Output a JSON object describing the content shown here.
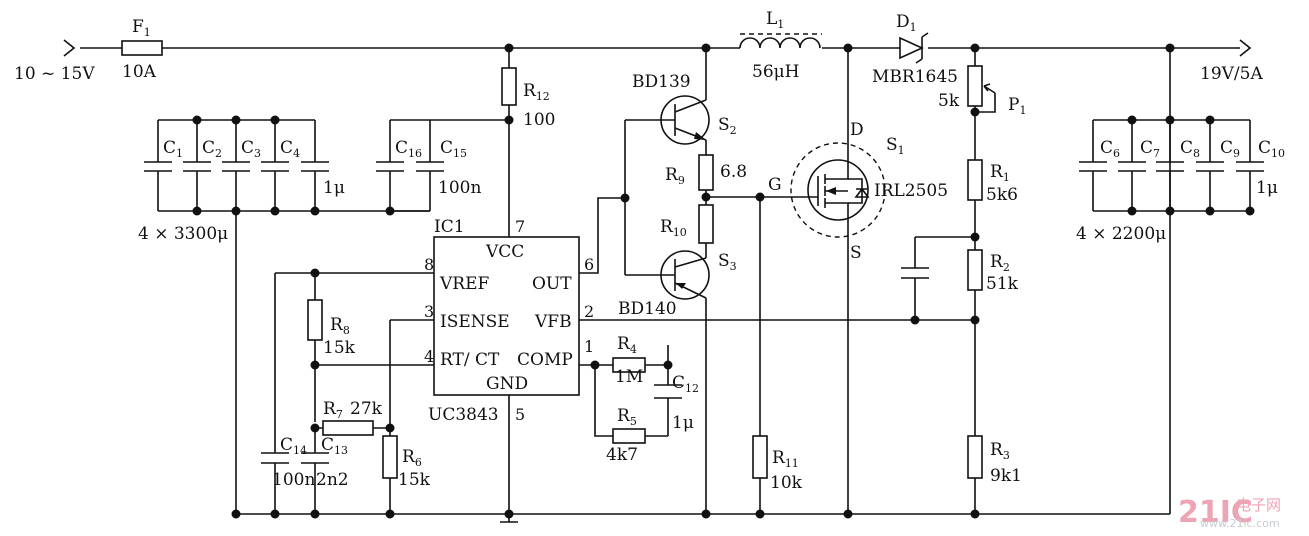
{
  "input": {
    "label": "10 ~ 15V"
  },
  "output": {
    "label": "19V/5A"
  },
  "fuse": {
    "name": "F",
    "sub": "1",
    "value": "10A"
  },
  "inductor": {
    "name": "L",
    "sub": "1",
    "value": "56μH"
  },
  "diode": {
    "name": "D",
    "sub": "1",
    "part": "MBR1645"
  },
  "mosfet": {
    "name": "S",
    "sub": "1",
    "part": "IRL2505",
    "drain": "D",
    "gate": "G",
    "source": "S"
  },
  "transistors": {
    "s2": {
      "name": "S",
      "sub": "2",
      "part": "BD139"
    },
    "s3": {
      "name": "S",
      "sub": "3",
      "part": "BD140"
    }
  },
  "ic": {
    "ref": "IC1",
    "part": "UC3843",
    "pins": {
      "vcc": {
        "num": "7",
        "label": "VCC"
      },
      "vref": {
        "num": "8",
        "label": "VREF"
      },
      "isense": {
        "num": "3",
        "label": "ISENSE"
      },
      "rtct": {
        "num": "4",
        "label": "RT/ CT"
      },
      "out": {
        "num": "6",
        "label": "OUT"
      },
      "vfb": {
        "num": "2",
        "label": "VFB"
      },
      "comp": {
        "num": "1",
        "label": "COMP"
      },
      "gnd": {
        "num": "5",
        "label": "GND"
      }
    }
  },
  "resistors": {
    "r12": {
      "name": "R",
      "sub": "12",
      "value": "100"
    },
    "r9": {
      "name": "R",
      "sub": "9",
      "value": "6.8"
    },
    "r10": {
      "name": "R",
      "sub": "10"
    },
    "r8": {
      "name": "R",
      "sub": "8",
      "value": "15k"
    },
    "r7": {
      "name": "R",
      "sub": "7",
      "value": "27k"
    },
    "r6": {
      "name": "R",
      "sub": "6",
      "value": "15k"
    },
    "r4": {
      "name": "R",
      "sub": "4",
      "value": "1M"
    },
    "r5": {
      "name": "R",
      "sub": "5",
      "value": "4k7"
    },
    "r11": {
      "name": "R",
      "sub": "11",
      "value": "10k"
    },
    "r1": {
      "name": "R",
      "sub": "1",
      "value": "5k6"
    },
    "r2": {
      "name": "R",
      "sub": "2",
      "value": "51k"
    },
    "r3": {
      "name": "R",
      "sub": "3",
      "value": "9k1"
    },
    "p1": {
      "name": "P",
      "sub": "1",
      "value": "5k"
    }
  },
  "capacitors": {
    "c1": {
      "name": "C",
      "sub": "1"
    },
    "c2": {
      "name": "C",
      "sub": "2"
    },
    "c3": {
      "name": "C",
      "sub": "3"
    },
    "c4": {
      "name": "C",
      "sub": "4"
    },
    "c16": {
      "name": "C",
      "sub": "16"
    },
    "c15": {
      "name": "C",
      "sub": "15"
    },
    "c12": {
      "name": "C",
      "sub": "12",
      "value": "1μ"
    },
    "c14": {
      "name": "C",
      "sub": "14",
      "value": "100n"
    },
    "c13": {
      "name": "C",
      "sub": "13",
      "value": "2n2"
    },
    "c6": {
      "name": "C",
      "sub": "6"
    },
    "c7": {
      "name": "C",
      "sub": "7"
    },
    "c8": {
      "name": "C",
      "sub": "8"
    },
    "c9": {
      "name": "C",
      "sub": "9"
    },
    "c10": {
      "name": "C",
      "sub": "10"
    }
  },
  "cap_banks": {
    "input_bulk": "4 × 3300μ",
    "input_c4": "1μ",
    "input_c15": "100n",
    "output_bulk": "4 × 2200μ",
    "output_c10": "1μ"
  },
  "watermark": {
    "brand": "21IC",
    "cn": "电子网",
    "url": "www.21ic.com"
  }
}
